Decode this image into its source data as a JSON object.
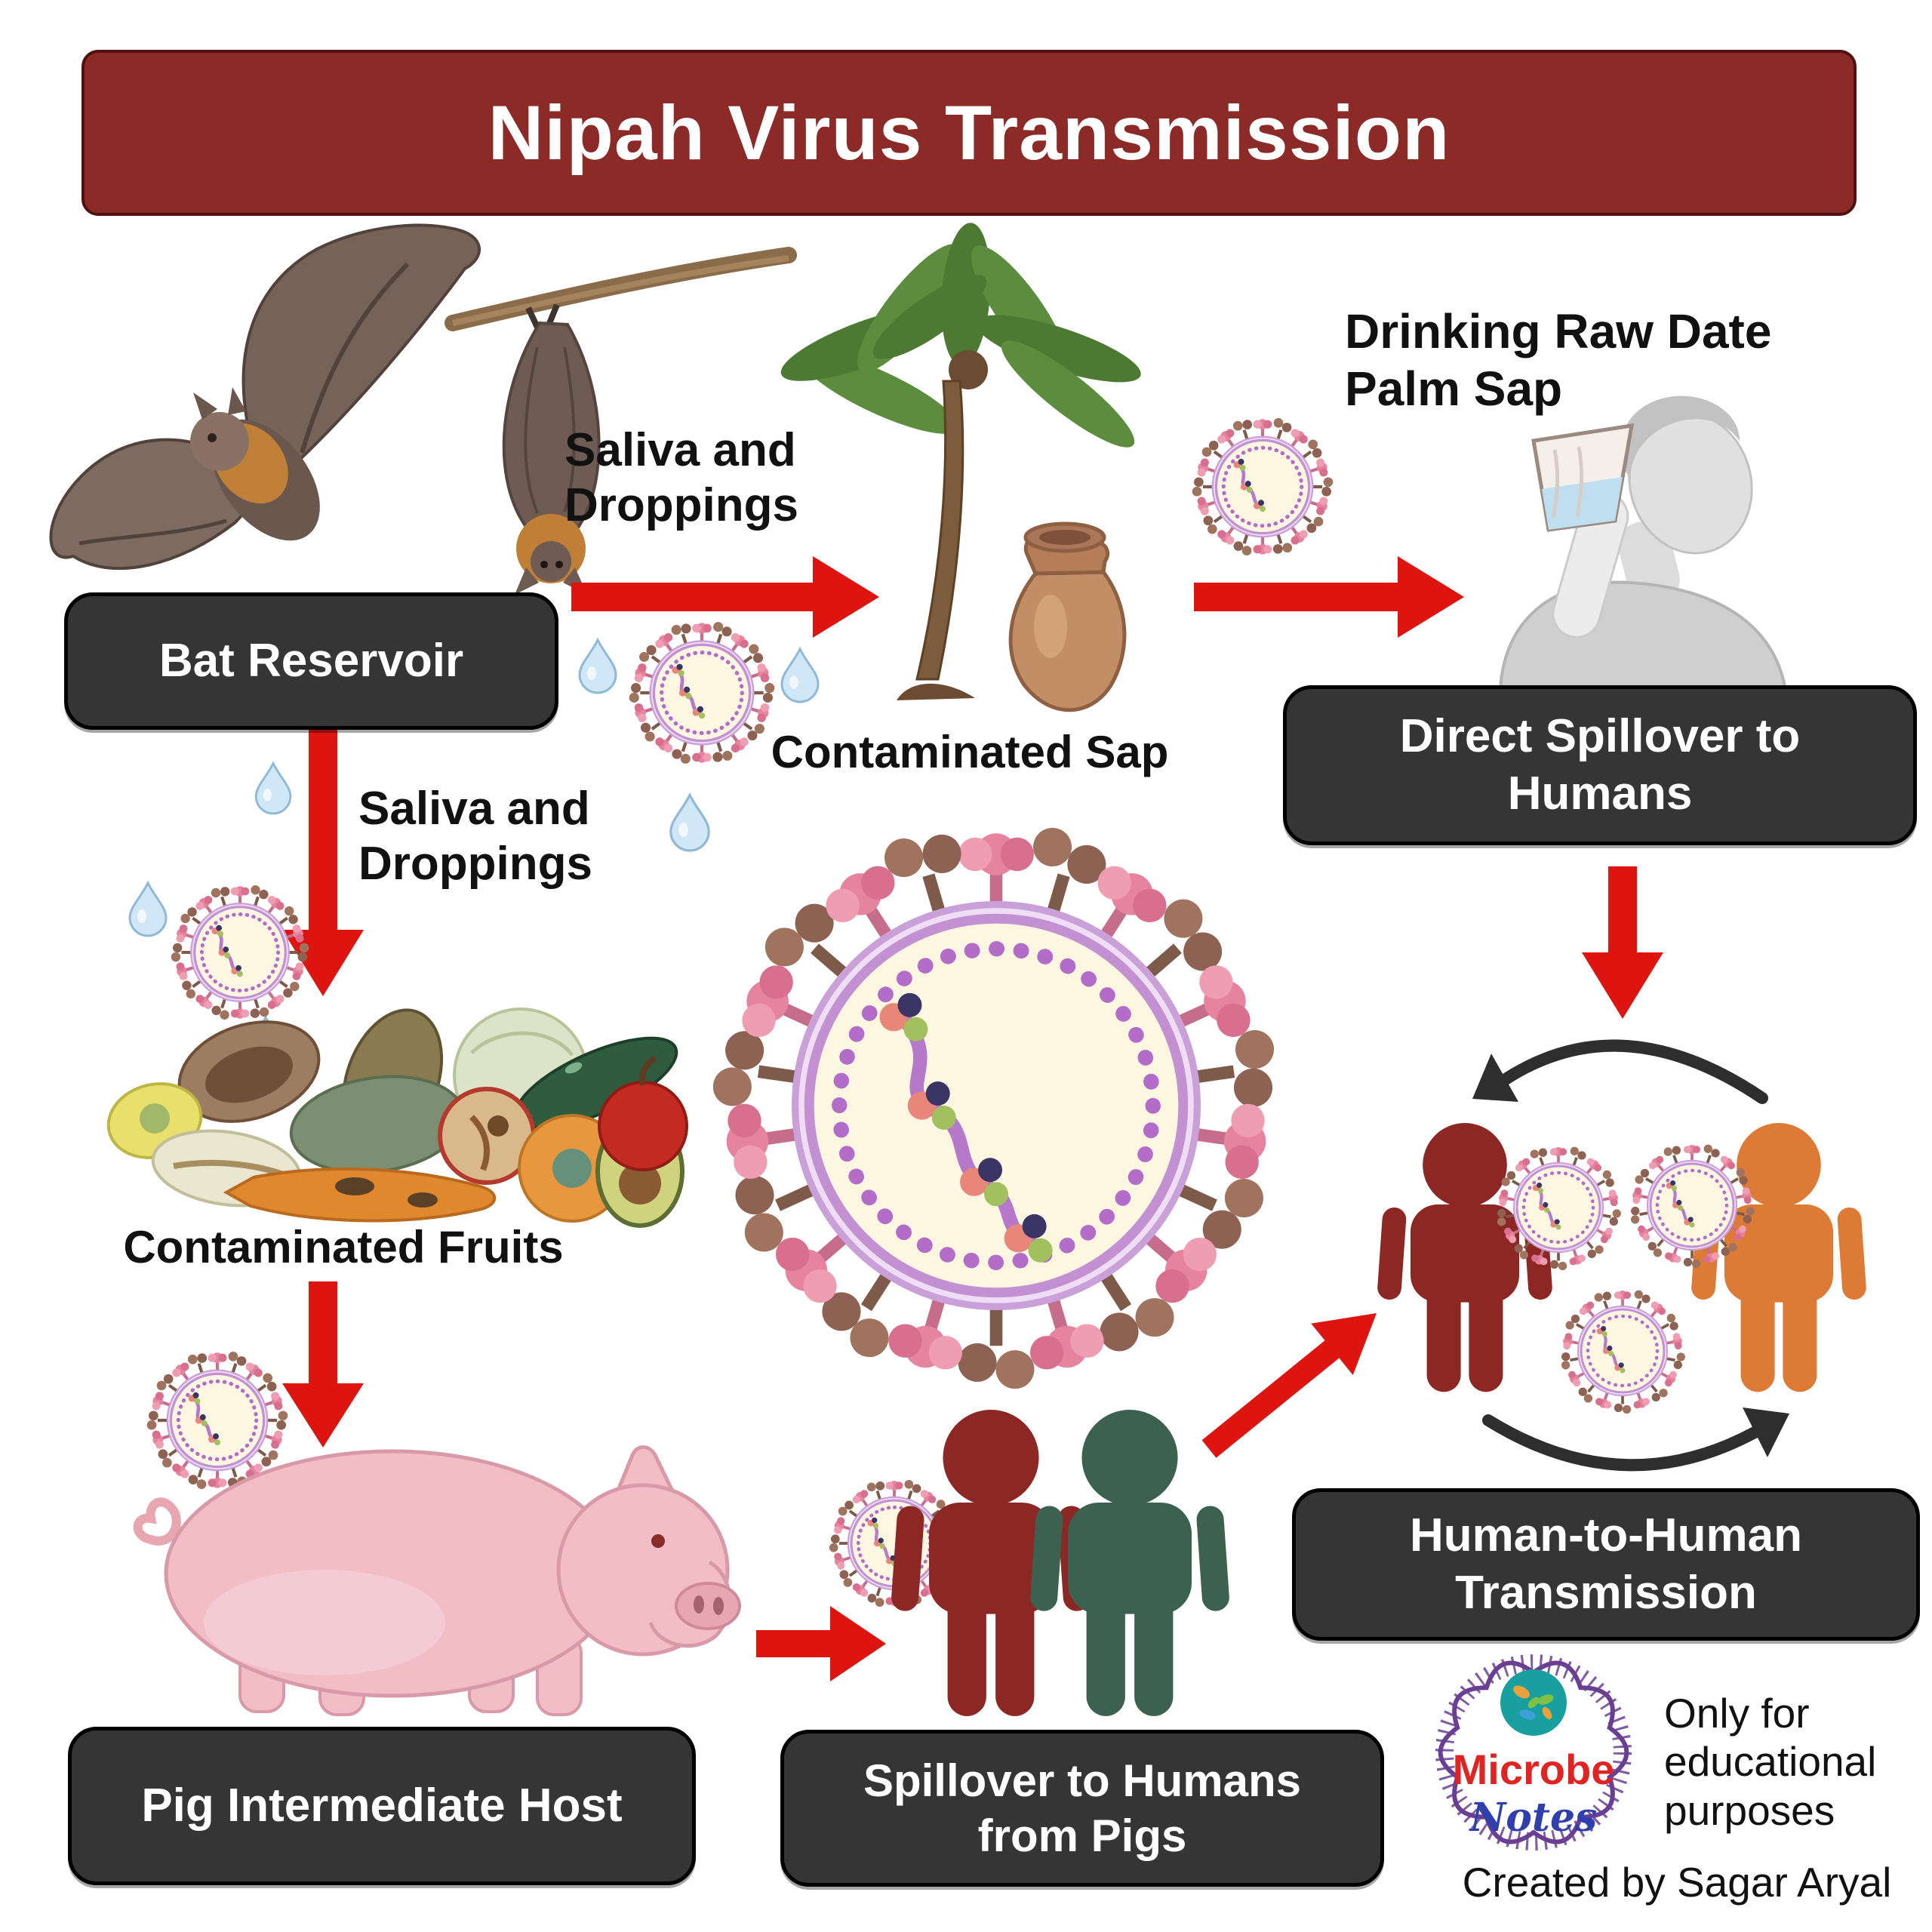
{
  "title": "Nipah Virus Transmission",
  "boxes": {
    "bat_reservoir": "Bat Reservoir",
    "direct_spillover_1": "Direct Spillover to",
    "direct_spillover_2": "Humans",
    "human_to_human_1": "Human-to-Human",
    "human_to_human_2": "Transmission",
    "pig_host": "Pig Intermediate Host",
    "spillover_pigs_1": "Spillover to Humans",
    "spillover_pigs_2": "from Pigs"
  },
  "annotations": {
    "saliva_top_1": "Saliva and",
    "saliva_top_2": "Droppings",
    "saliva_left_1": "Saliva and",
    "saliva_left_2": "Droppings",
    "contaminated_sap": "Contaminated Sap",
    "contaminated_fruits": "Contaminated Fruits",
    "drinking_1": "Drinking Raw Date",
    "drinking_2": "Palm Sap"
  },
  "footer": {
    "logo_word_1": "Microbe",
    "logo_word_2": "Notes",
    "disclaimer_1": "Only for",
    "disclaimer_2": "educational",
    "disclaimer_3": "purposes",
    "credit": "Created by Sagar Aryal"
  },
  "icons": {
    "virus": "spiked-enveloped-virion",
    "droplet": "teardrop",
    "person": "standing-human-silhouette",
    "curved_arrow": "cycle-arc-arrow",
    "logo_ring": "dna-helix-wreath"
  },
  "colors": {
    "banner_bg": "#8b2a26",
    "box_bg": "#353535",
    "arrow_red": "#dd1410",
    "person_red": "#8c2723",
    "person_orange": "#dd7a35",
    "person_green": "#3c6150",
    "person_gray": "#d2d2d2",
    "pig_pink": "#f2bdc5",
    "droplet_blue": "#cfe7f7",
    "virus_fill": "#fdf6e1",
    "virus_envelope": "#c9a0d8",
    "spike_pink": "#e6849f",
    "spike_brown": "#8d6253",
    "curved_arrow": "#2e2e2e",
    "logo_purple": "#6a3f93",
    "logo_red": "#e02424",
    "logo_blue": "#2f3fae"
  }
}
